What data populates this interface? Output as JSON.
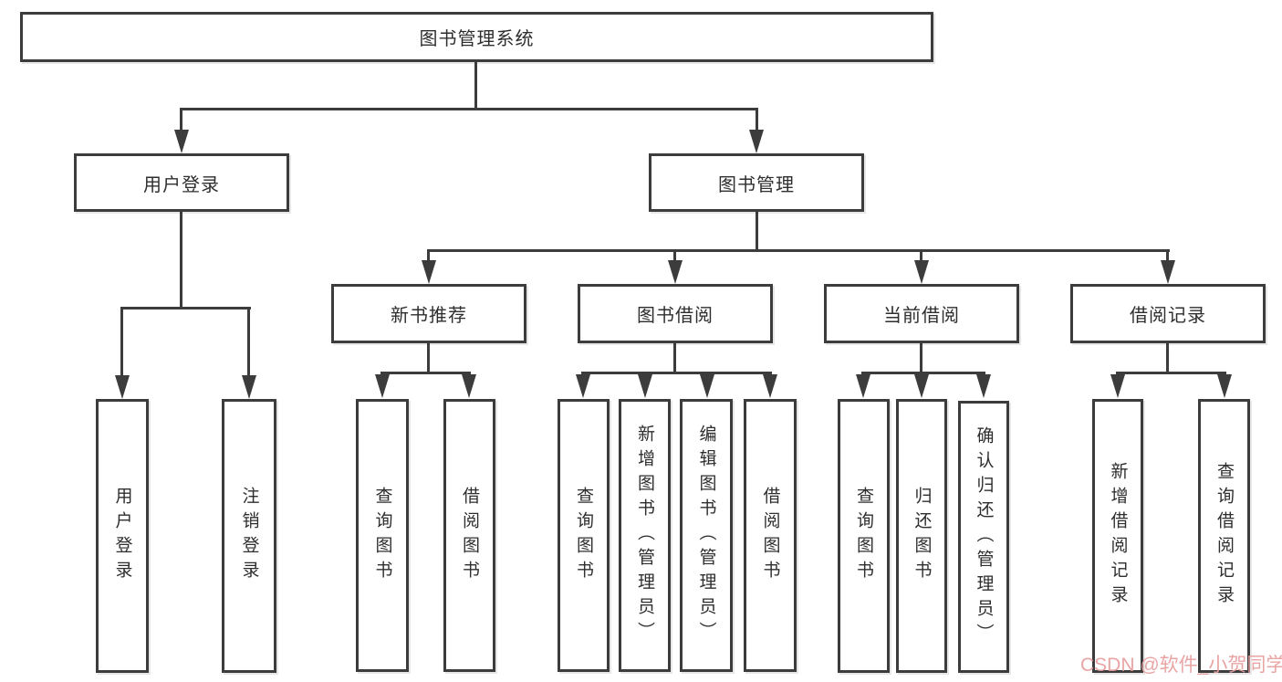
{
  "diagram": {
    "root": {
      "label": "图书管理系统"
    },
    "branches": [
      {
        "label": "用户登录",
        "leaves": [
          "用户登录",
          "注销登录"
        ]
      },
      {
        "label": "图书管理",
        "groups": [
          {
            "label": "新书推荐",
            "leaves": [
              "查询图书",
              "借阅图书"
            ]
          },
          {
            "label": "图书借阅",
            "leaves": [
              "查询图书",
              "新增图书（管理员）",
              "编辑图书（管理员）",
              "借阅图书"
            ]
          },
          {
            "label": "当前借阅",
            "leaves": [
              "查询图书",
              "归还图书",
              "确认归还（管理员）"
            ]
          },
          {
            "label": "借阅记录",
            "leaves": [
              "新增借阅记录",
              "查询借阅记录"
            ]
          }
        ]
      }
    ]
  },
  "watermark": {
    "text": "CSDN @软件_小贺同学",
    "color": "#e79c9c"
  },
  "colors": {
    "line": "#3c3c3c",
    "box_border": "#3c3c3c",
    "text": "#2e2e2e",
    "background": "#ffffff"
  }
}
